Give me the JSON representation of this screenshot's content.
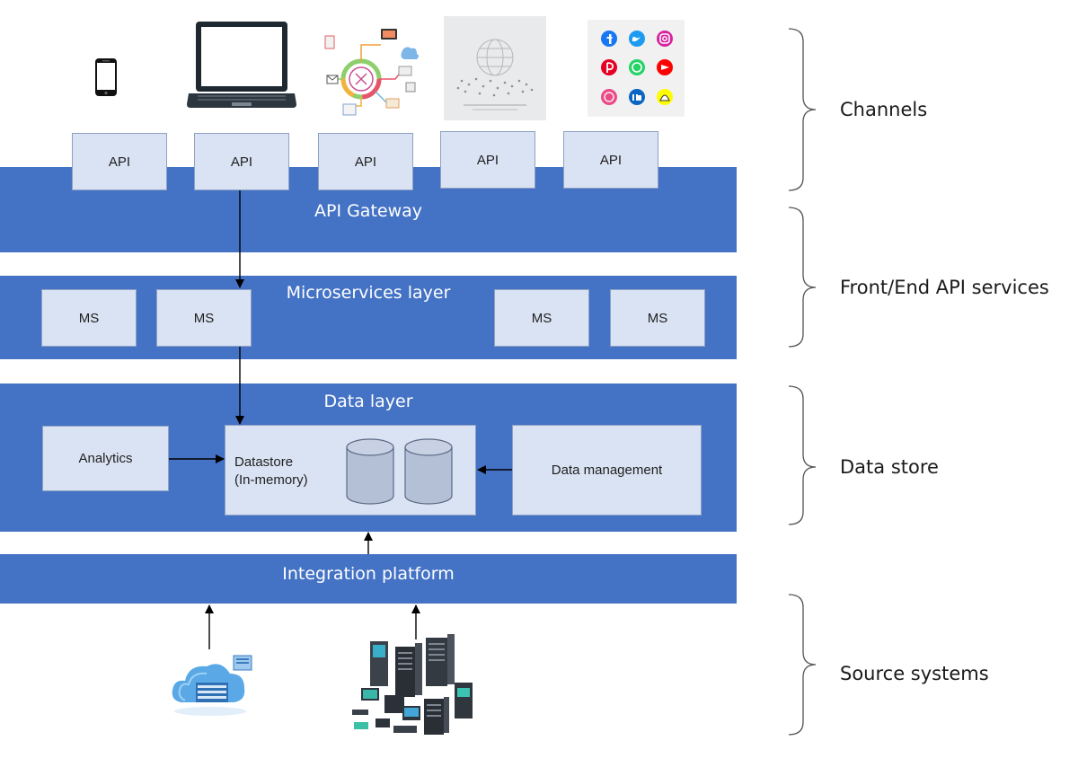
{
  "channels": {
    "icons": [
      {
        "name": "smartphone-icon"
      },
      {
        "name": "laptop-icon"
      },
      {
        "name": "network-hub-icon"
      },
      {
        "name": "globe-network-icon"
      },
      {
        "name": "social-media-icon"
      }
    ],
    "api_boxes": [
      "API",
      "API",
      "API",
      "API",
      "API"
    ]
  },
  "layers": {
    "gateway": {
      "title": "API Gateway"
    },
    "microservices": {
      "title": "Microservices layer",
      "boxes": [
        "MS",
        "MS",
        "MS",
        "MS"
      ]
    },
    "data": {
      "title": "Data layer",
      "analytics": "Analytics",
      "datastore_line1": "Datastore",
      "datastore_line2": "(In-memory)",
      "data_management": "Data management"
    },
    "integration": {
      "title": "Integration platform"
    }
  },
  "sources": {
    "icons": [
      {
        "name": "cloud-storage-icon"
      },
      {
        "name": "server-datacenter-icon"
      }
    ]
  },
  "side_labels": {
    "channels": "Channels",
    "front_end": "Front/End API services",
    "data_store": "Data store",
    "source_systems": "Source systems"
  },
  "colors": {
    "band": "#4472c4",
    "box": "#dae3f3",
    "cylinder": "#b4c0d6"
  }
}
